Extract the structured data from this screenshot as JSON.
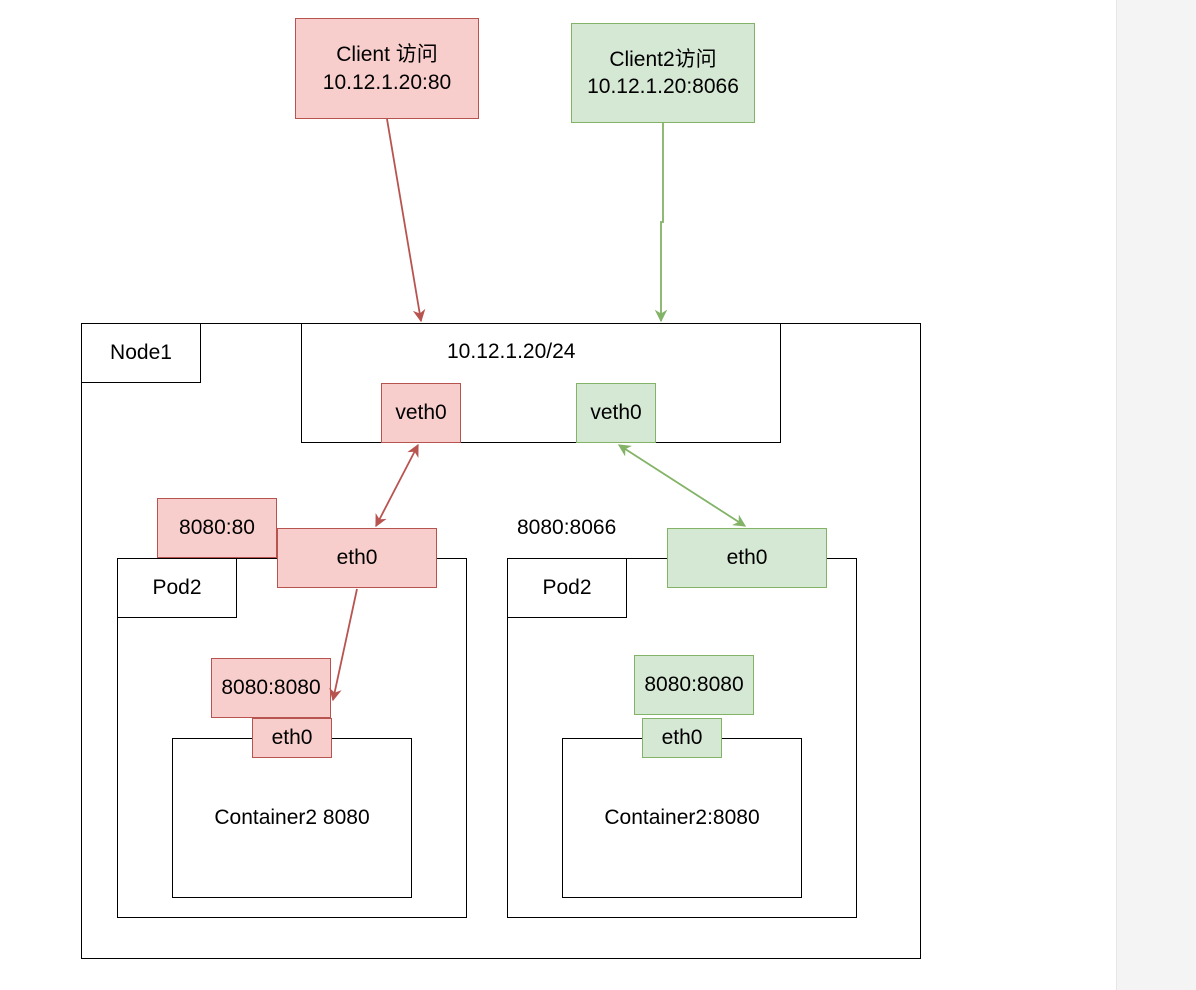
{
  "colors": {
    "red_fill": "#f8cecc",
    "red_stroke": "#b85450",
    "green_fill": "#d5e8d4",
    "green_stroke": "#82b366"
  },
  "clients": {
    "client1": {
      "line1": "Client 访问",
      "line2": "10.12.1.20:80"
    },
    "client2": {
      "line1": "Client2访问",
      "line2": "10.12.1.20:8066"
    }
  },
  "node": {
    "name": "Node1",
    "ip": "10.12.1.20/24",
    "veth_left": "veth0",
    "veth_right": "veth0"
  },
  "pod_left": {
    "name": "Pod2",
    "port_map": "8080:80",
    "eth": "eth0",
    "container_port_map": "8080:8080",
    "container_eth": "eth0",
    "container": "Container2 8080"
  },
  "pod_right": {
    "name": "Pod2",
    "port_map": "8080:8066",
    "eth": "eth0",
    "container_port_map": "8080:8080",
    "container_eth": "eth0",
    "container": "Container2:8080"
  }
}
